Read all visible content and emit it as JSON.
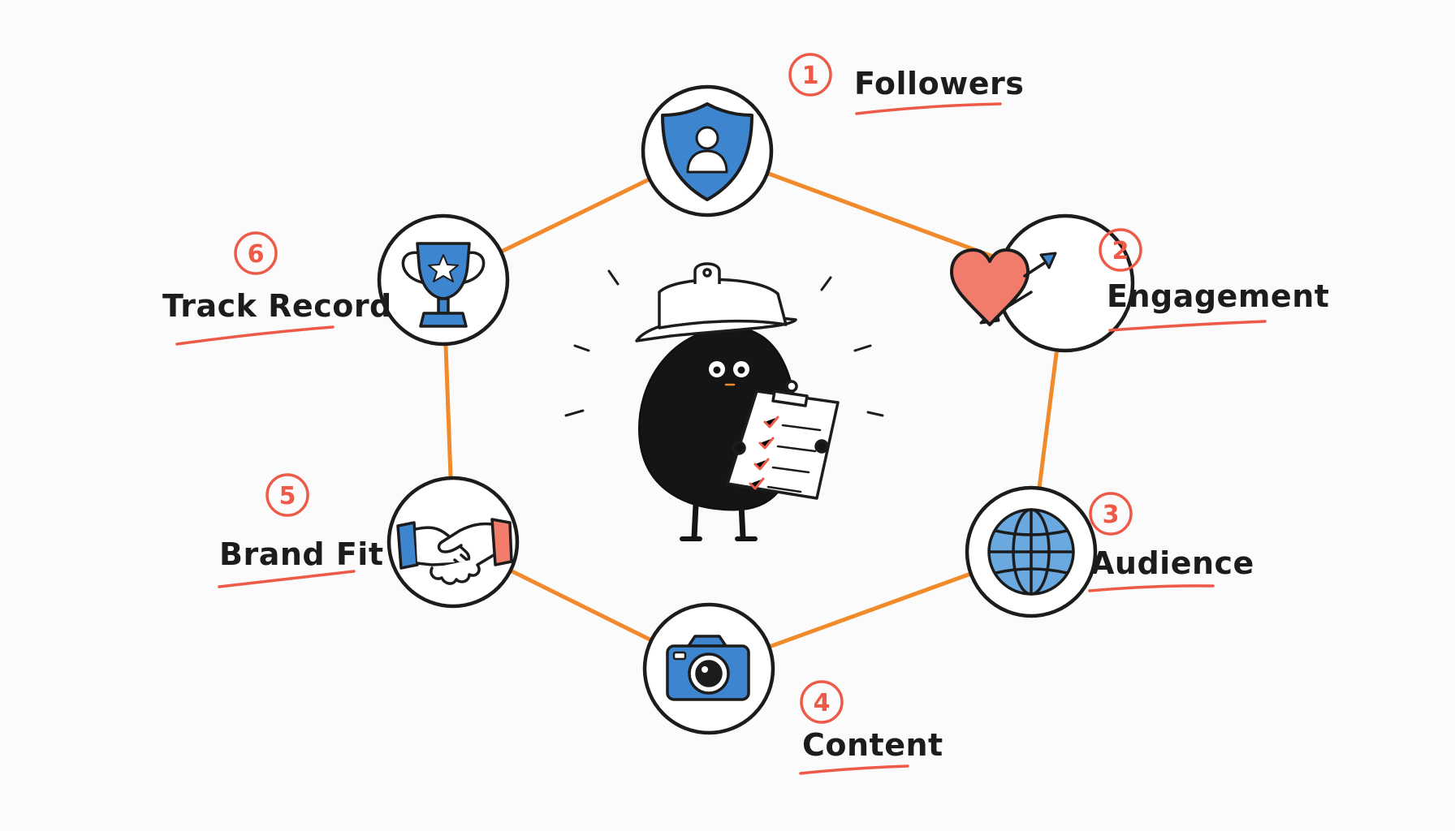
{
  "colors": {
    "connector": "#f08a2a",
    "accent_red": "#ee5a48",
    "icon_blue": "#3d86cf",
    "ink": "#1c1c1c"
  },
  "steps": [
    {
      "number": "1",
      "label": "Followers",
      "icon": "shield-user-icon"
    },
    {
      "number": "2",
      "label": "Engagement",
      "icon": "heart-arrow-icon"
    },
    {
      "number": "3",
      "label": "Audience",
      "icon": "globe-icon"
    },
    {
      "number": "4",
      "label": "Content",
      "icon": "camera-icon"
    },
    {
      "number": "5",
      "label": "Brand Fit",
      "icon": "handshake-icon"
    },
    {
      "number": "6",
      "label": "Track Record",
      "icon": "trophy-icon"
    }
  ],
  "center": {
    "icon": "inspector-character-with-clipboard"
  }
}
